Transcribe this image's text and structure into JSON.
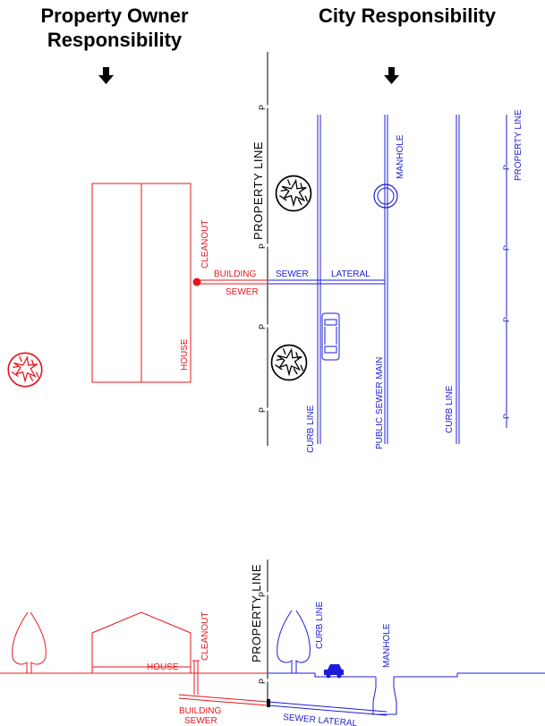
{
  "headings": {
    "owner_line1": "Property Owner",
    "owner_line2": "Responsibility",
    "city": "City Responsibility"
  },
  "plan_view": {
    "property_line_left": "PROPERTY LINE",
    "property_line_right": "PROPERTY LINE",
    "manhole": "MANHOLE",
    "cleanout": "CLEANOUT",
    "building": "BUILDING",
    "sewer": "SEWER",
    "sewer_lateral_1": "SEWER",
    "sewer_lateral_2": "LATERAL",
    "house": "HOUSE",
    "public_sewer_main": "PUBLIC SEWER MAIN",
    "curb_line_left": "CURB LINE",
    "curb_line_right": "CURB LINE",
    "pl_symbol": "P"
  },
  "profile_view": {
    "property_line": "PROPERTY LINE",
    "curb_line": "CURB LINE",
    "manhole": "MANHOLE",
    "cleanout": "CLEANOUT",
    "house": "HOUSE",
    "building": "BUILDING",
    "sewer": "SEWER",
    "sewer_lateral": "SEWER LATERAL",
    "pl_symbol": "P"
  },
  "colors": {
    "owner": "#e8141c",
    "city": "#1c1cd8",
    "neutral": "#000000"
  }
}
